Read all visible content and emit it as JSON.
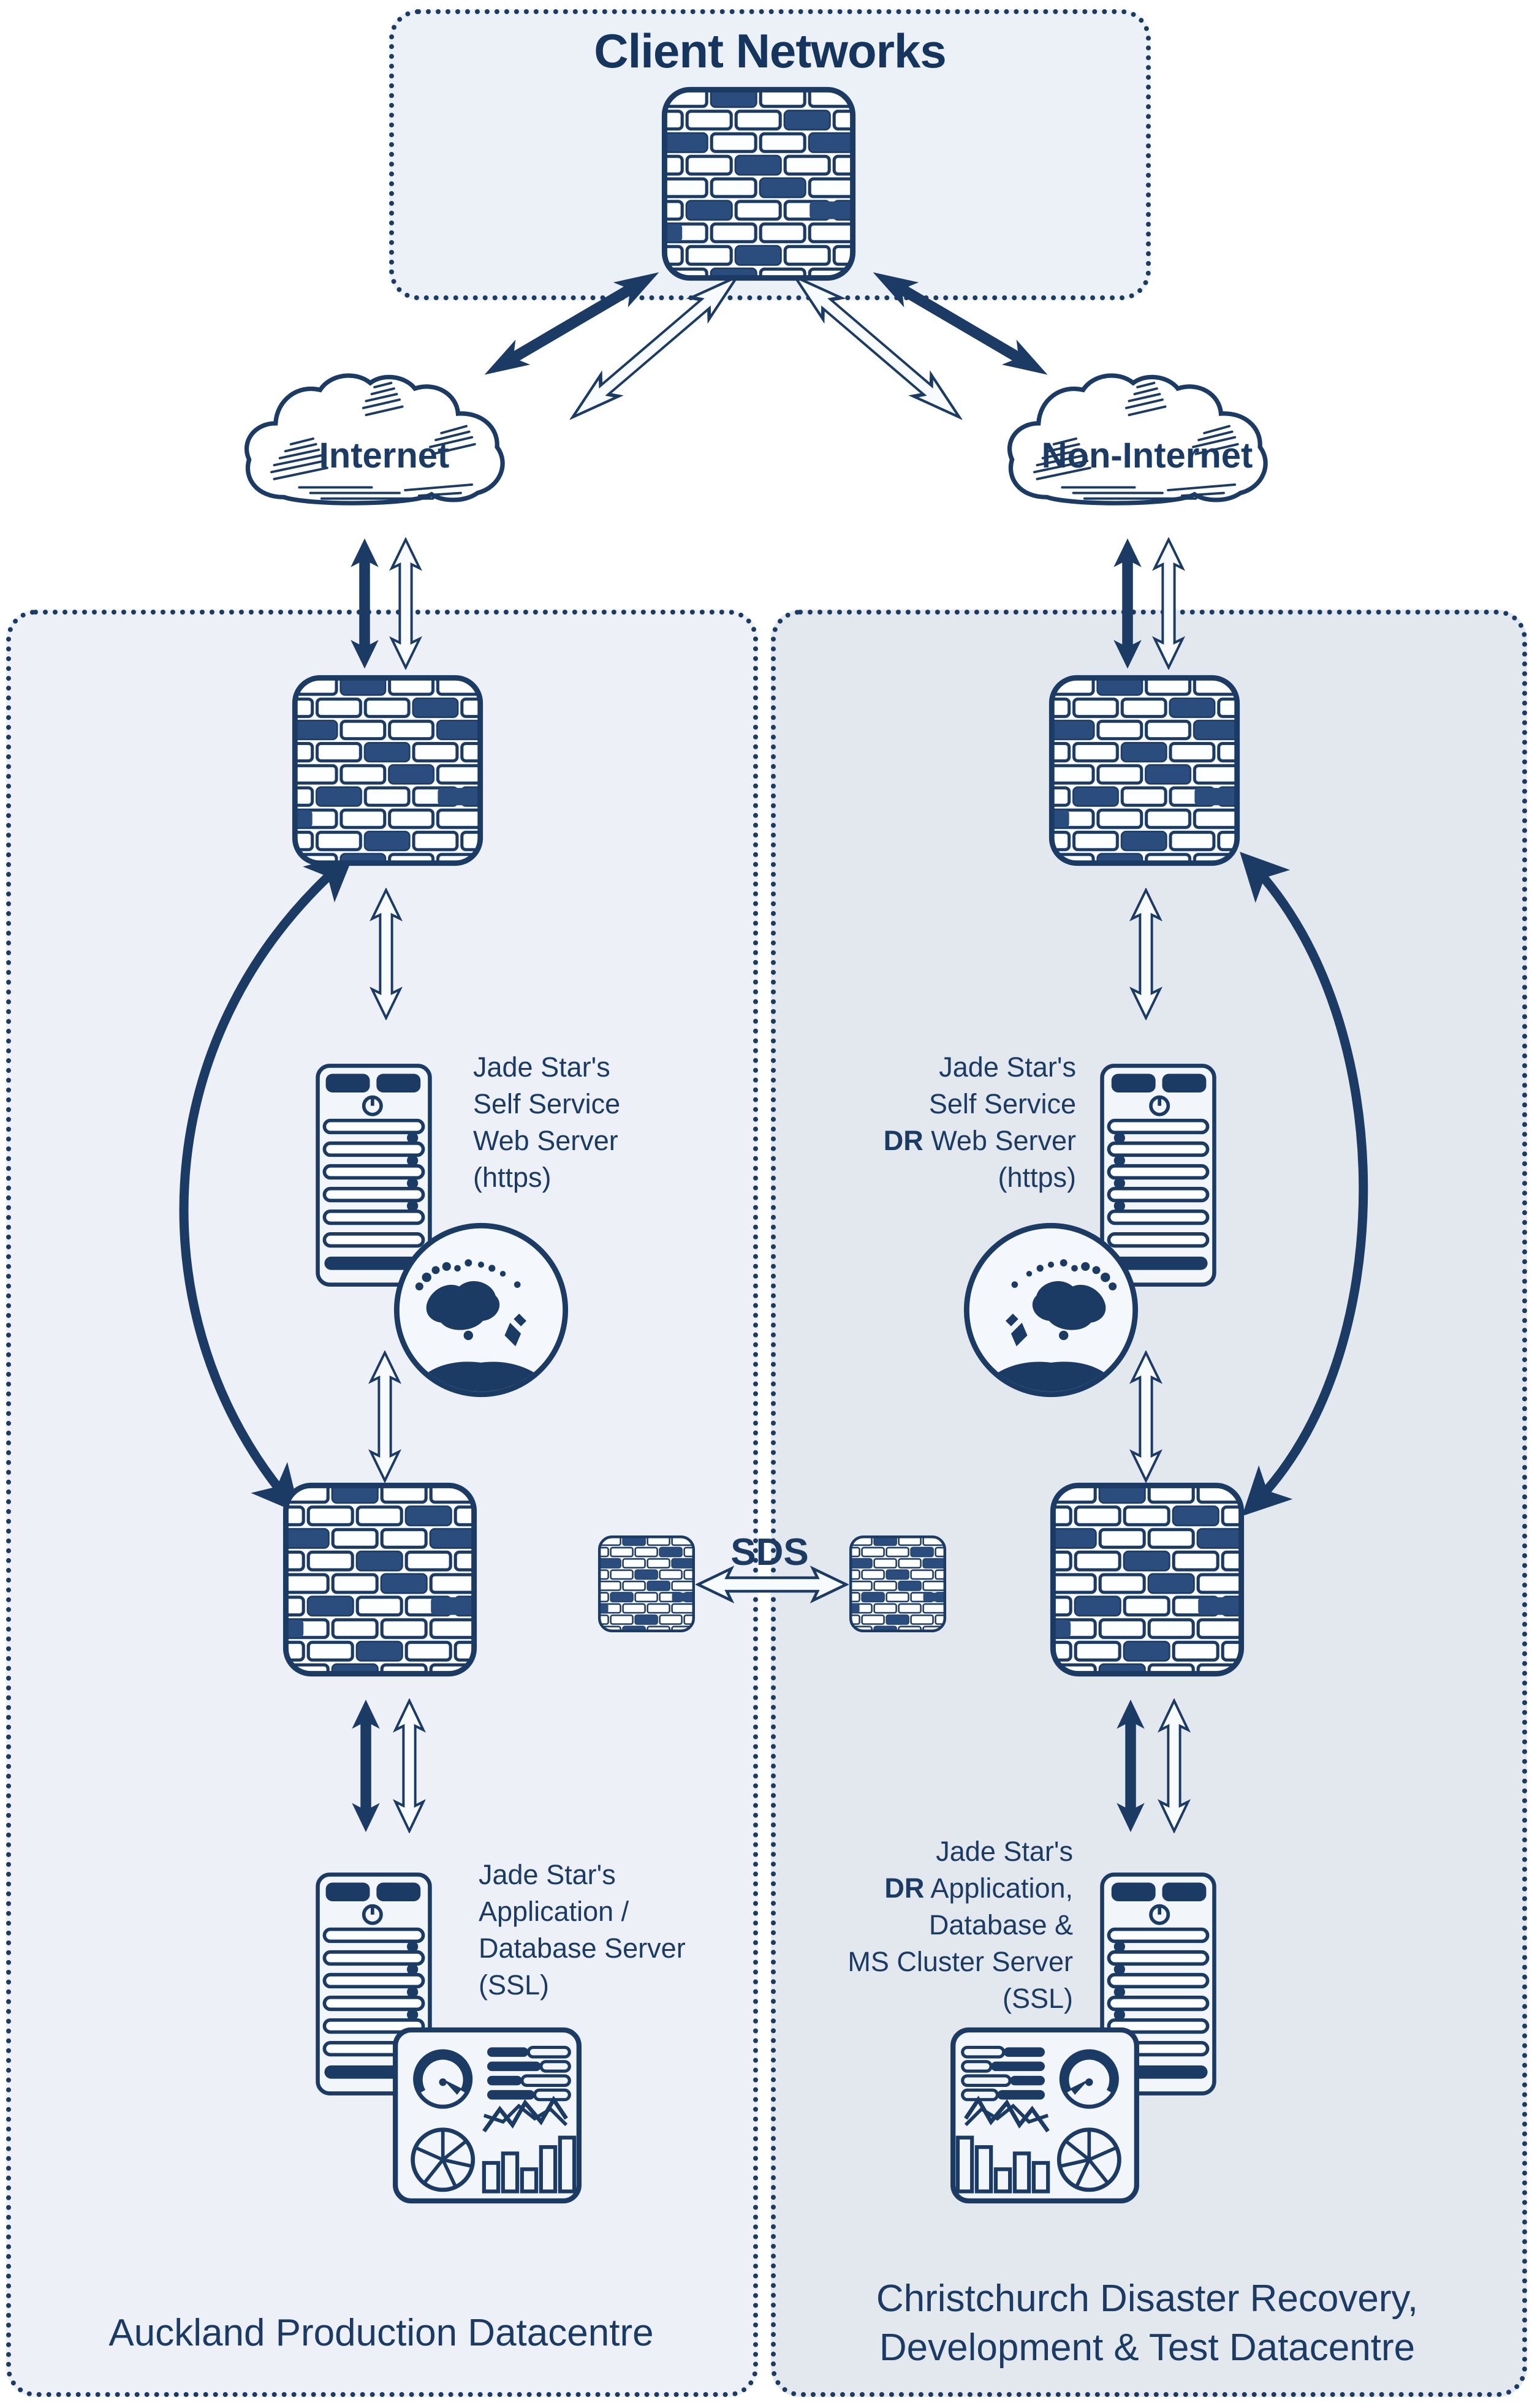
{
  "colors": {
    "ink": "#1b3a64",
    "brick_fill": "#2a4d7e",
    "client_box_bg": "#ecf1f8",
    "auckland_box_bg": "#edf1f7",
    "christchurch_box_bg": "#e3e8ee",
    "page_bg": "#ffffff"
  },
  "icons": {
    "firewall": "brick-wall-firewall",
    "server": "server-tower",
    "globe": "globe-oceania",
    "dashboard": "metrics-dashboard",
    "cloud": "sketch-cloud",
    "solid_arrow": "solid-double-arrow",
    "hollow_arrow": "outline-double-arrow"
  },
  "client_networks": {
    "title": "Client Networks"
  },
  "clouds": {
    "internet": "Internet",
    "non_internet": "Non-Internet"
  },
  "sds": {
    "label": "SDS"
  },
  "auckland": {
    "caption": "Auckland Production Datacentre",
    "web": {
      "l1": "Jade Star's",
      "l2": "Self Service",
      "l3": "Web Server",
      "l4": "(https)"
    },
    "app": {
      "l1": "Jade Star's",
      "l2": "Application /",
      "l3": "Database Server",
      "l4": "(SSL)"
    }
  },
  "christchurch": {
    "caption1": "Christchurch Disaster Recovery,",
    "caption2": "Development & Test Datacentre",
    "web": {
      "l1": "Jade Star's",
      "l2": "Self Service",
      "l3b": "DR",
      "l3r": " Web Server",
      "l4": "(https)"
    },
    "app": {
      "l1": "Jade Star's",
      "l2b": "DR",
      "l2r": " Application,",
      "l3": "Database &",
      "l4": "MS Cluster Server",
      "l5": "(SSL)"
    }
  }
}
